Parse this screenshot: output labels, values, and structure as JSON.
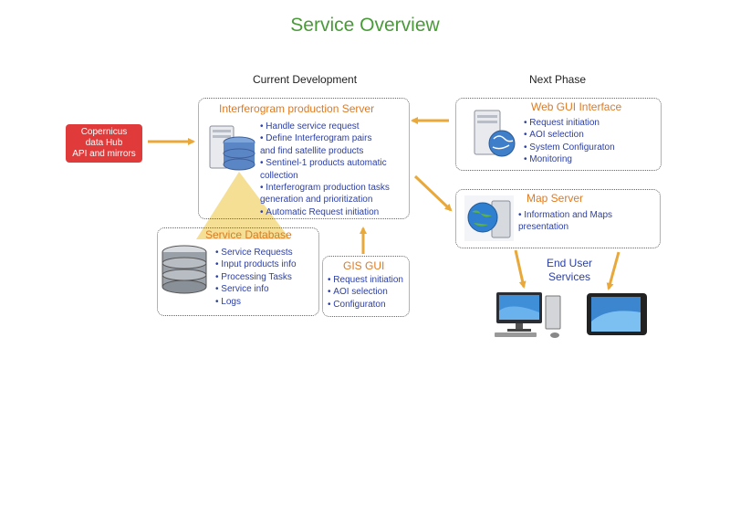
{
  "title": "Service Overview",
  "sections": {
    "current": "Current Development",
    "next": "Next Phase"
  },
  "source": {
    "lines": [
      "Copernicus",
      "data Hub",
      "API and mirrors"
    ]
  },
  "interferogram_server": {
    "title": "Interferogram production Server",
    "items": [
      "Handle service request",
      "Define Interferogram pairs\nand find satellite products",
      "Sentinel-1 products automatic\ncollection",
      "Interferogram production tasks\ngeneration and prioritization",
      "Automatic Request initiation"
    ]
  },
  "service_database": {
    "title": "Service Database",
    "items": [
      "Service Requests",
      "Input products info",
      "Processing Tasks",
      "Service info",
      "Logs"
    ]
  },
  "gis_gui": {
    "title": "GIS GUI",
    "items": [
      "Request initiation",
      "AOI selection",
      "Configuraton"
    ]
  },
  "web_gui": {
    "title": "Web GUI Interface",
    "items": [
      "Request initiation",
      "AOI selection",
      "System Configuraton",
      "Monitoring"
    ]
  },
  "map_server": {
    "title": "Map Server",
    "items": [
      "Information and Maps\npresentation"
    ]
  },
  "end_user": {
    "lines": [
      "End User",
      "Services"
    ]
  },
  "colors": {
    "title": "#4a9a3a",
    "box_title": "#e07a20",
    "list_text": "#2b3fa8",
    "arrow": "#e8a83a",
    "source_bg": "#e03a3a",
    "triangle": "#f3dc8a"
  }
}
